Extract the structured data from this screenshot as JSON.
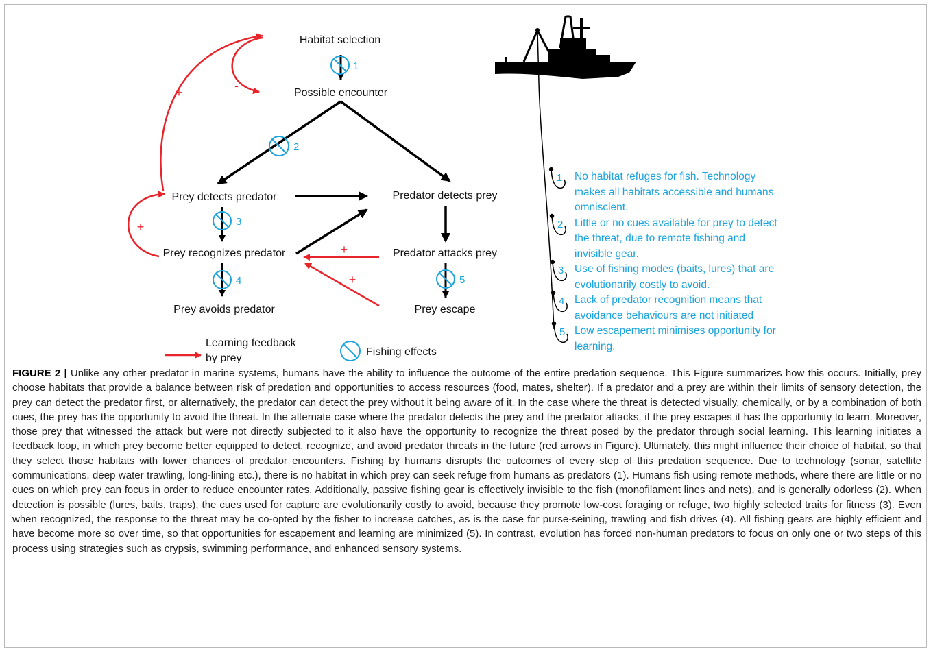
{
  "diagram": {
    "nodes": {
      "habitat_selection": "Habitat selection",
      "possible_encounter": "Possible encounter",
      "prey_detects_predator": "Prey detects predator",
      "predator_detects_prey": "Predator detects prey",
      "prey_recognizes_predator": "Prey recognizes predator",
      "predator_attacks_prey": "Predator attacks prey",
      "prey_avoids_predator": "Prey avoids predator",
      "prey_escape": "Prey escape"
    },
    "step_numbers": [
      "1",
      "2",
      "3",
      "4",
      "5"
    ],
    "feedback_signs": {
      "plus_outer": "+",
      "minus_inner": "-",
      "plus_left": "+",
      "plus_attack": "+",
      "plus_escape": "+"
    },
    "legend": {
      "learning_line1": "Learning feedback",
      "learning_line2": "by prey",
      "fishing": "Fishing effects"
    },
    "colors": {
      "feedback_arrow": "#e8242b",
      "fishing_effect": "#1aa3dd",
      "flow_arrow": "#000000"
    }
  },
  "hook_notes": [
    {
      "number": "1",
      "line1": "No habitat refuges for fish. Technology",
      "line2": "makes all habitats accessible and humans",
      "line3": "omniscient."
    },
    {
      "number": "2",
      "line1": "Little or no cues available for prey to detect",
      "line2": "the threat, due to remote fishing and",
      "line3": "invisible gear."
    },
    {
      "number": "3",
      "line1": "Use of fishing modes (baits, lures) that are",
      "line2": "evolutionarily costly to avoid."
    },
    {
      "number": "4",
      "line1": "Lack of predator recognition means that",
      "line2": "avoidance behaviours are not initiated"
    },
    {
      "number": "5",
      "line1": "Low escapement minimises opportunity for",
      "line2": "learning."
    }
  ],
  "caption": {
    "label": "FIGURE 2 |",
    "text": "Unlike any other predator in marine systems, humans have the ability to influence the outcome of the entire predation sequence. This Figure summarizes how this occurs. Initially, prey choose habitats that provide a balance between risk of predation and opportunities to access resources (food, mates, shelter). If a predator and a prey are within their limits of sensory detection, the prey can detect the predator first, or alternatively, the predator can detect the prey without it being aware of it. In the case where the threat is detected visually, chemically, or by a combination of both cues, the prey has the opportunity to avoid the threat. In the alternate case where the predator detects the prey and the predator attacks, if the prey escapes it has the opportunity to learn. Moreover, those prey that witnessed the attack but were not directly subjected to it also have the opportunity to recognize the threat posed by the predator through social learning. This learning initiates a feedback loop, in which prey become better equipped to detect, recognize, and avoid predator threats in the future (red arrows in Figure). Ultimately, this might influence their choice of habitat, so that they select those habitats with lower chances of predator encounters. Fishing by humans disrupts the outcomes of every step of this predation sequence. Due to technology (sonar, satellite communications, deep water trawling, long-lining etc.), there is no habitat in which prey can seek refuge from humans as predators (1). Humans fish using remote methods, where there are little or no cues on which prey can focus in order to reduce encounter rates. Additionally, passive fishing gear is effectively invisible to the fish (monofilament lines and nets), and is generally odorless (2). When detection is possible (lures, baits, traps), the cues used for capture are evolutionarily costly to avoid, because they promote low-cost foraging or refuge, two highly selected traits for fitness (3). Even when recognized, the response to the threat may be co-opted by the fisher to increase catches, as is the case for purse-seining, trawling and fish drives (4). All fishing gears are highly efficient and have become more so over time, so that opportunities for escapement and learning are minimized (5). In contrast, evolution has forced non-human predators to focus on only one or two steps of this process using strategies such as crypsis, swimming performance, and enhanced sensory systems."
  }
}
